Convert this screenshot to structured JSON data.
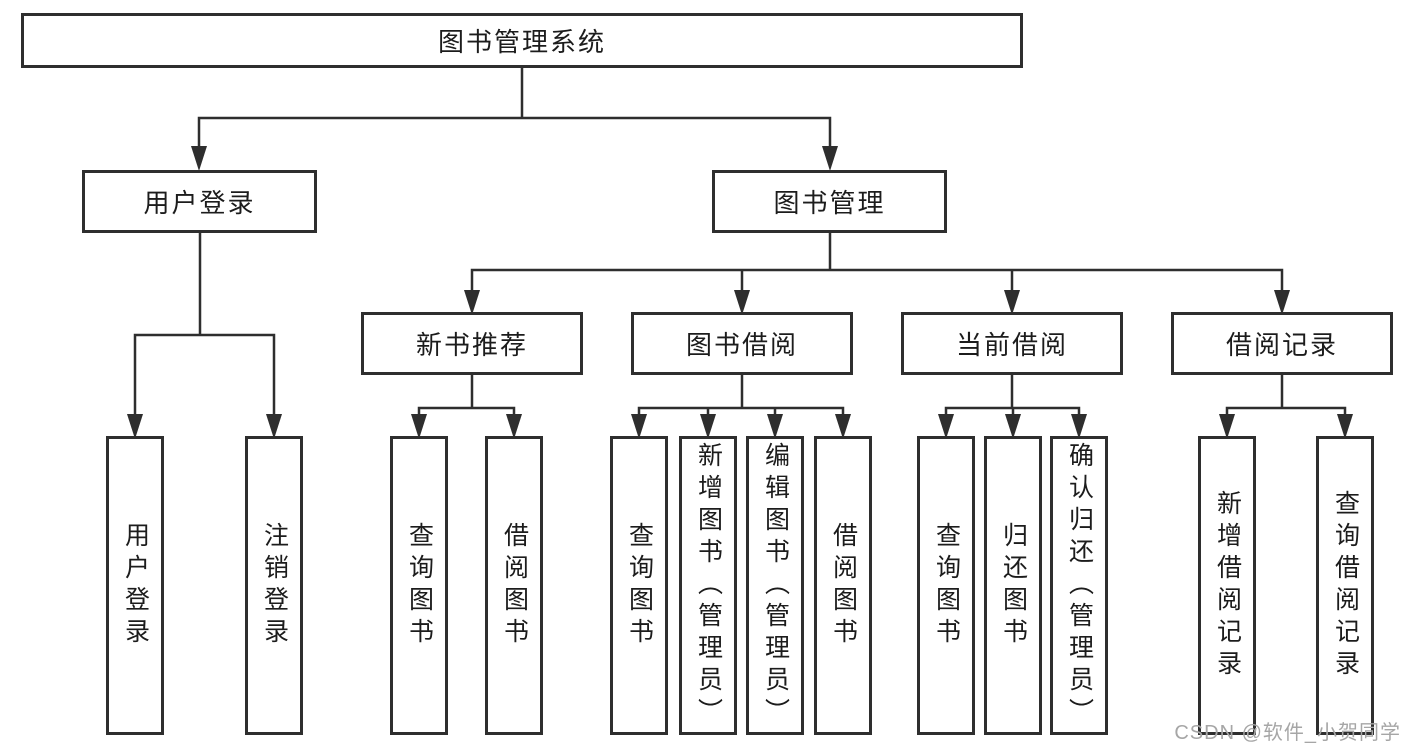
{
  "tree": {
    "root": "图书管理系统",
    "branches": [
      {
        "label": "用户登录",
        "children": [
          "用户登录",
          "注销登录"
        ]
      },
      {
        "label": "图书管理",
        "groups": [
          {
            "label": "新书推荐",
            "children": [
              "查询图书",
              "借阅图书"
            ]
          },
          {
            "label": "图书借阅",
            "children": [
              "查询图书",
              "新增图书（管理员）",
              "编辑图书（管理员）",
              "借阅图书"
            ]
          },
          {
            "label": "当前借阅",
            "children": [
              "查询图书",
              "归还图书",
              "确认归还（管理员）"
            ]
          },
          {
            "label": "借阅记录",
            "children": [
              "新增借阅记录",
              "查询借阅记录"
            ]
          }
        ]
      }
    ]
  },
  "watermark": "CSDN @软件_小贺同学",
  "colors": {
    "line": "#2e2e2e",
    "text": "#1c1c1c",
    "watermark": "#a6a6a6"
  }
}
